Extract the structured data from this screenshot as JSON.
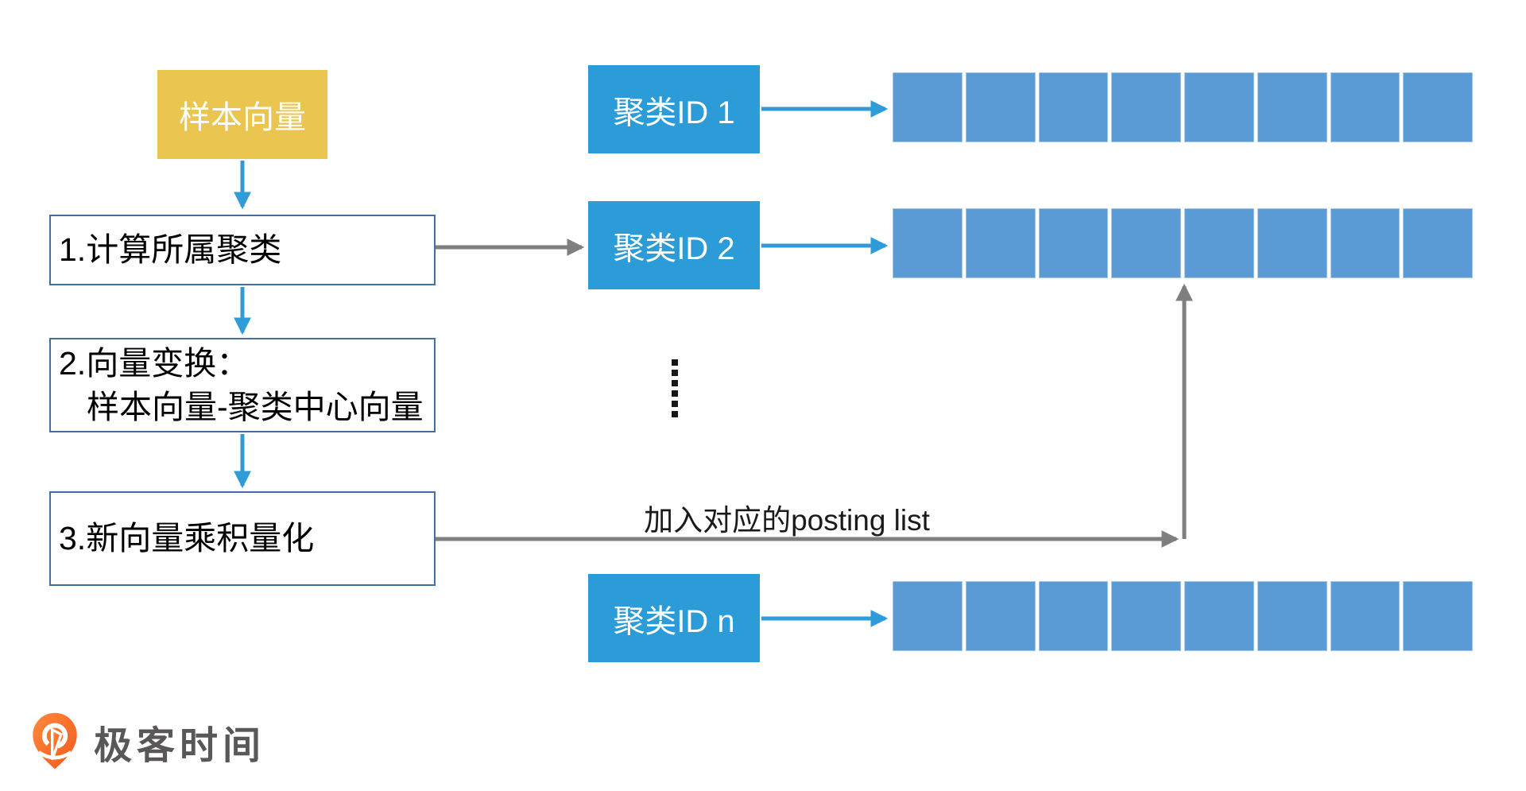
{
  "colors": {
    "accent_blue": "#2B9CD8",
    "cell_blue": "#5B9BD5",
    "box_border": "#41719C",
    "sample_yellow": "#EAC54F",
    "arrow_blue": "#2F9CD9",
    "arrow_gray": "#7F7F7F",
    "brand_orange": "#F95E12",
    "brand_text": "#595757",
    "text_dark": "#1A1A1A"
  },
  "diagram": {
    "sample_vector": {
      "label": "样本向量"
    },
    "steps": [
      {
        "lines": [
          "1.计算所属聚类"
        ]
      },
      {
        "lines": [
          "2.向量变换：",
          "样本向量-聚类中心向量"
        ]
      },
      {
        "lines": [
          "3.新向量乘积量化"
        ]
      }
    ],
    "clusters": [
      {
        "label": "聚类ID 1",
        "cell_count": 8
      },
      {
        "label": "聚类ID 2",
        "cell_count": 8
      },
      {
        "label": "聚类ID n",
        "cell_count": 8
      }
    ],
    "ellipsis_dot_count": 6,
    "posting_label": "加入对应的posting list"
  },
  "footer": {
    "brand": "极客时间"
  }
}
